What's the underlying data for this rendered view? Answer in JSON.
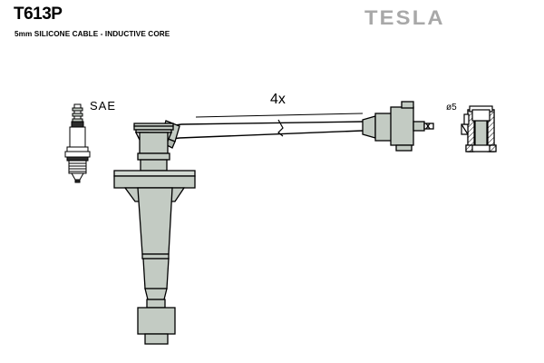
{
  "header": {
    "part_number": "T613P",
    "description": "5mm SILICONE CABLE - INDUCTIVE CORE",
    "brand": "TESLA",
    "brand_color": "#a8a8a8"
  },
  "drawing": {
    "labels": {
      "spark_plug_standard": "SAE",
      "quantity": "4x",
      "terminal_diameter": "ø5"
    },
    "colors": {
      "body_fill": "#c3cbc3",
      "body_fill_light": "#d3dad3",
      "body_fill_dark": "#b0b8b0",
      "outline": "#000000",
      "background": "#ffffff"
    },
    "parts": [
      {
        "name": "spark-plug",
        "label": "SAE",
        "description": "SAE terminal spark plug reference silhouette"
      },
      {
        "name": "ignition-boot",
        "description": "Coil-on-plug rubber boot with mounting flange and tapered shaft"
      },
      {
        "name": "ignition-cable",
        "description": "5mm silicone ignition cable with break symbol",
        "quantity": "4x"
      },
      {
        "name": "coil-connector",
        "description": "Distributor / coil end connector with terminal pin"
      },
      {
        "name": "terminal-section-detail",
        "description": "Sectional detail of cable terminal",
        "dimension": "ø5"
      }
    ]
  }
}
